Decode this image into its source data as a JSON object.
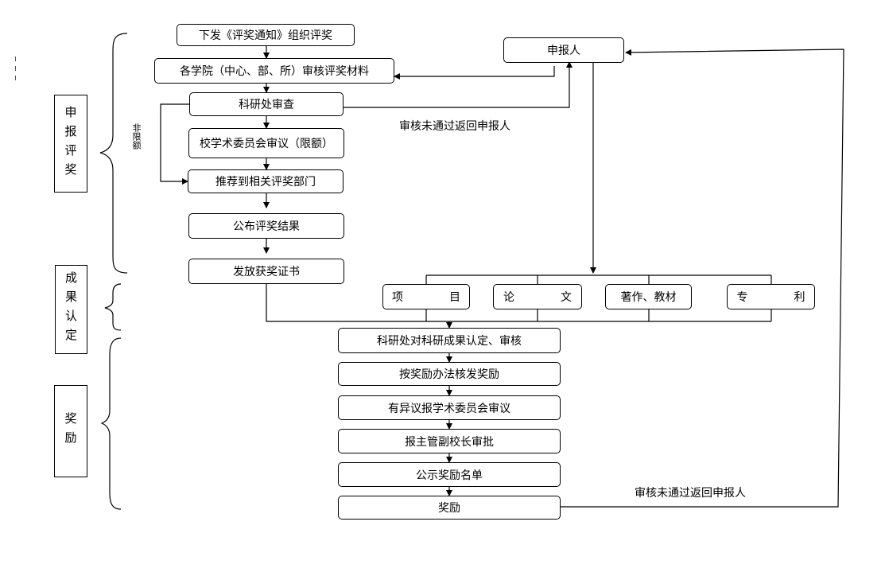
{
  "side_labels": {
    "apply": "申报评奖",
    "achievement": "成果认定",
    "reward": "奖励"
  },
  "left_flow": {
    "issue_notice": "下发《评奖通知》组织评奖",
    "college_review": "各学院（中心、部、所）审核评奖材料",
    "research_office_review": "科研处审查",
    "committee_review": "校学术委员会审议（限额）",
    "recommend": "推荐到相关评奖部门",
    "publish_results": "公布评奖结果",
    "issue_certificate": "发放获奖证书"
  },
  "applicant": "申报人",
  "non_quota": "非限额",
  "return_note_top": "审核未通过返回申报人",
  "return_note_bottom": "审核未通过返回申报人",
  "categories": {
    "project": "项　目",
    "paper": "论　文",
    "book": "著作、教材",
    "patent": "专　利"
  },
  "reward_flow": {
    "confirm": "科研处对科研成果认定、审核",
    "approve_award": "按奖励办法核发奖励",
    "objection": "有异议报学术委员会审议",
    "vice_president": "报主管副校长审批",
    "publicize": "公示奖励名单",
    "award": "奖励"
  },
  "colors": {
    "line": "#000000",
    "background": "#ffffff"
  }
}
